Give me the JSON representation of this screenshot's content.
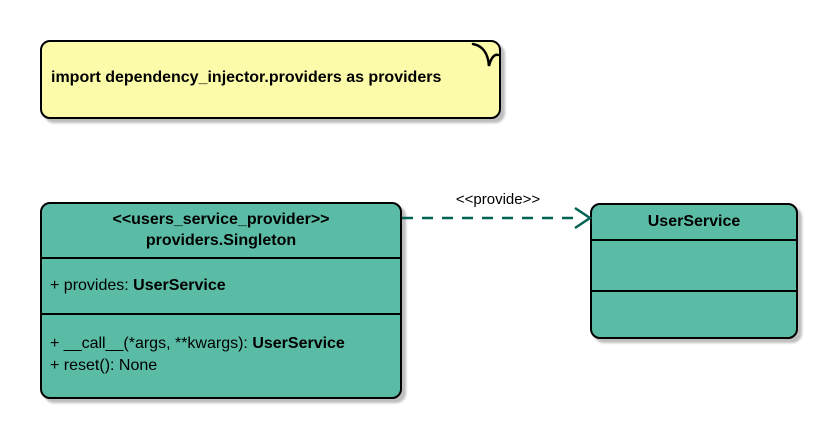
{
  "note": {
    "text": "import dependency_injector.providers as providers"
  },
  "singleton_class": {
    "stereotype": "<<users_service_provider>>",
    "name": "providers.Singleton",
    "attribute_line": {
      "plain": "+ provides: ",
      "bold": "UserService"
    },
    "method_line_1": {
      "plain": "+ __call__(*args, **kwargs): ",
      "bold": "UserService"
    },
    "method_line_2": {
      "plain": "+ reset(): None",
      "bold": ""
    }
  },
  "user_service_class": {
    "name": "UserService"
  },
  "arrow": {
    "label": "<<provide>>"
  },
  "colors": {
    "class_fill": "#5BBCA6",
    "class_border": "#000000",
    "note_fill": "#FBFBA9",
    "arrow": "#006455",
    "text": "#000000",
    "background": "#FFFFFF"
  }
}
